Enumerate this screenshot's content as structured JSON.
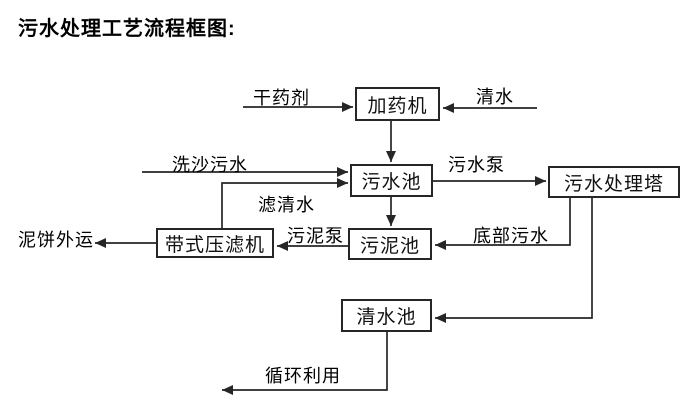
{
  "page": {
    "title": "污水处理工艺流程框图:"
  },
  "diagram": {
    "type": "flowchart",
    "nodes": {
      "dosing_machine": {
        "label": "加药机"
      },
      "sewage_pool": {
        "label": "污水池"
      },
      "treatment_tower": {
        "label": "污水处理塔"
      },
      "sludge_pool": {
        "label": "污泥池"
      },
      "belt_filter_press": {
        "label": "带式压滤机"
      },
      "clear_water_pool": {
        "label": "清水池"
      }
    },
    "flow_labels": {
      "dry_chemical": "干药剂",
      "clear_water": "清水",
      "sand_washing": "洗沙污水",
      "filtered_water": "滤清水",
      "sewage_pump": "污水泵",
      "sludge_pump": "污泥泵",
      "bottom_sewage": "底部污水",
      "mud_cake_out": "泥饼外运",
      "recycling": "循环利用"
    },
    "edges": [
      {
        "from": "external",
        "to": "dosing_machine",
        "label": "干药剂"
      },
      {
        "from": "external",
        "to": "dosing_machine",
        "label": "清水"
      },
      {
        "from": "dosing_machine",
        "to": "sewage_pool",
        "label": ""
      },
      {
        "from": "external",
        "to": "sewage_pool",
        "label": "洗沙污水"
      },
      {
        "from": "belt_filter_press",
        "to": "sewage_pool",
        "label": "滤清水"
      },
      {
        "from": "sewage_pool",
        "to": "treatment_tower",
        "label": "污水泵"
      },
      {
        "from": "sewage_pool",
        "to": "sludge_pool",
        "label": ""
      },
      {
        "from": "treatment_tower",
        "to": "sludge_pool",
        "label": "底部污水"
      },
      {
        "from": "sludge_pool",
        "to": "belt_filter_press",
        "label": "污泥泵"
      },
      {
        "from": "belt_filter_press",
        "to": "external",
        "label": "泥饼外运"
      },
      {
        "from": "treatment_tower",
        "to": "clear_water_pool",
        "label": ""
      },
      {
        "from": "clear_water_pool",
        "to": "external",
        "label": "循环利用"
      }
    ],
    "colors": {
      "line": "#262626",
      "text": "#000000",
      "background": "#ffffff"
    }
  }
}
